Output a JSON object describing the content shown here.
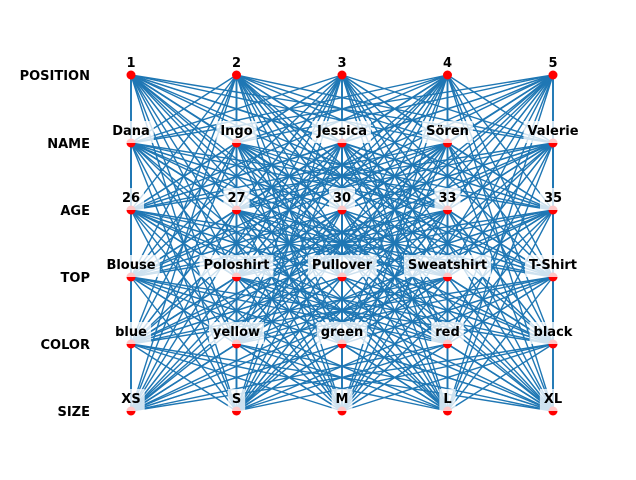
{
  "diagram": {
    "type": "puzzle-attribute-graph",
    "rows": [
      {
        "label": "POSITION",
        "values": [
          "1",
          "2",
          "3",
          "4",
          "5"
        ]
      },
      {
        "label": "NAME",
        "values": [
          "Dana",
          "Ingo",
          "Jessica",
          "Sören",
          "Valerie"
        ]
      },
      {
        "label": "AGE",
        "values": [
          "26",
          "27",
          "30",
          "33",
          "35"
        ]
      },
      {
        "label": "TOP",
        "values": [
          "Blouse",
          "Poloshirt",
          "Pullover",
          "Sweatshirt",
          "T-Shirt"
        ]
      },
      {
        "label": "COLOR",
        "values": [
          "blue",
          "yellow",
          "green",
          "red",
          "black"
        ]
      },
      {
        "label": "SIZE",
        "values": [
          "XS",
          "S",
          "M",
          "L",
          "XL"
        ]
      }
    ],
    "edges": "complete-between-all-attribute-rows",
    "colors": {
      "edge": "#1f77b4",
      "node": "#ff0000",
      "label_text": "#000000"
    }
  }
}
